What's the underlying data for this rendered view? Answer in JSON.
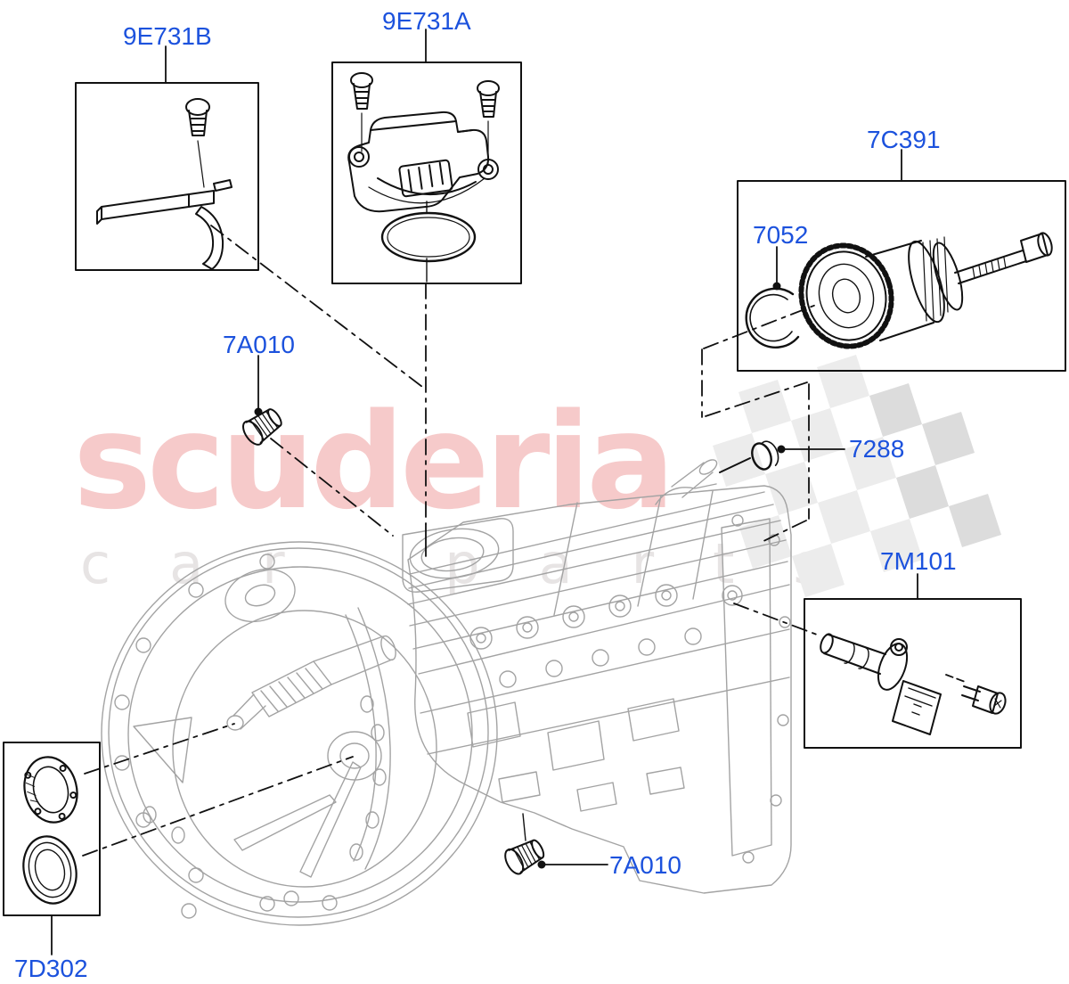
{
  "watermark": {
    "brand": "scuderia",
    "tagline": "car parts"
  },
  "labels": [
    {
      "text": "9E731B"
    },
    {
      "text": "9E731A"
    },
    {
      "text": "7C391"
    },
    {
      "text": "7052"
    },
    {
      "text": "7A010"
    },
    {
      "text": "7288"
    },
    {
      "text": "7M101"
    },
    {
      "text": "7A010"
    },
    {
      "text": "7D302"
    }
  ],
  "colors": {
    "part_label_blue": "#1c52dd",
    "watermark_pink": "#f6caca",
    "tagline_gray": "#e7e4e4",
    "flag_light_gray": "#ececec",
    "flag_dark_gray": "#dcdcdc",
    "drawing_gray": "#a3a3a3",
    "line_black": "#111111",
    "background": "#ffffff"
  }
}
